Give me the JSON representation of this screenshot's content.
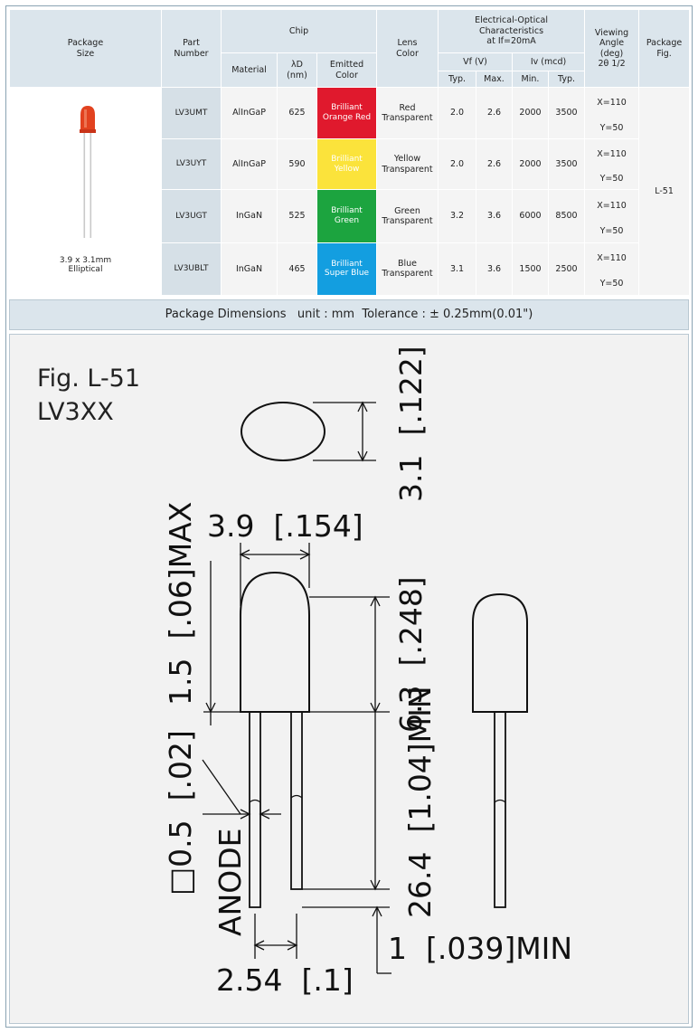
{
  "headers": {
    "package_size": "Package\nSize",
    "part_number": "Part\nNumber",
    "chip": "Chip",
    "material": "Material",
    "wavelength": "λD\n(nm)",
    "emitted_color": "Emitted\nColor",
    "lens_color": "Lens\nColor",
    "electro_optical": "Electrical-Optical\nCharacteristics\nat If=20mA",
    "vf": "Vf (V)",
    "iv": "Iv (mcd)",
    "typ": "Typ.",
    "max": "Max.",
    "min": "Min.",
    "typ2": "Typ.",
    "viewing_angle": "Viewing\nAngle\n(deg)\n2θ 1/2",
    "package_fig": "Package\nFig."
  },
  "package": {
    "size_line1": "3.9 x 3.1mm",
    "size_line2": "Elliptical",
    "fig": "L-51"
  },
  "rows": [
    {
      "part": "LV3UMT",
      "material": "AlInGaP",
      "wavelength": "625",
      "emitted_color": "Brilliant\nOrange Red",
      "color_hex": "#e0192d",
      "lens": "Red\nTransparent",
      "vf_typ": "2.0",
      "vf_max": "2.6",
      "iv_min": "2000",
      "iv_typ": "3500",
      "view_x": "X=110",
      "view_y": "Y=50"
    },
    {
      "part": "LV3UYT",
      "material": "AlInGaP",
      "wavelength": "590",
      "emitted_color": "Brilliant\nYellow",
      "color_hex": "#fbe33b",
      "lens": "Yellow\nTransparent",
      "vf_typ": "2.0",
      "vf_max": "2.6",
      "iv_min": "2000",
      "iv_typ": "3500",
      "view_x": "X=110",
      "view_y": "Y=50"
    },
    {
      "part": "LV3UGT",
      "material": "InGaN",
      "wavelength": "525",
      "emitted_color": "Brilliant\nGreen",
      "color_hex": "#1ca43f",
      "lens": "Green\nTransparent",
      "vf_typ": "3.2",
      "vf_max": "3.6",
      "iv_min": "6000",
      "iv_typ": "8500",
      "view_x": "X=110",
      "view_y": "Y=50"
    },
    {
      "part": "LV3UBLT",
      "material": "InGaN",
      "wavelength": "465",
      "emitted_color": "Brilliant\nSuper Blue",
      "color_hex": "#139ee0",
      "lens": "Blue\nTransparent",
      "vf_typ": "3.1",
      "vf_max": "3.6",
      "iv_min": "1500",
      "iv_typ": "2500",
      "view_x": "X=110",
      "view_y": "Y=50"
    }
  ],
  "dimensions_bar": "Package Dimensions   unit : mm  Tolerance : ± 0.25mm(0.01\")",
  "drawing": {
    "fig_label": "Fig. L-51",
    "model": "LV3XX",
    "dim_width": "3.9  [.154]",
    "dim_depth": "3.1  [.122]",
    "dim_height": "6.3  [.248]",
    "dim_flange": "1.5  [.06]MAX",
    "dim_lead_sq": "□0.5  [.02]",
    "dim_lead_len": "26.4  [1.04]MIN",
    "dim_pitch": "2.54  [.1]",
    "dim_stand": "1  [.039]MIN",
    "anode": "ANODE"
  }
}
